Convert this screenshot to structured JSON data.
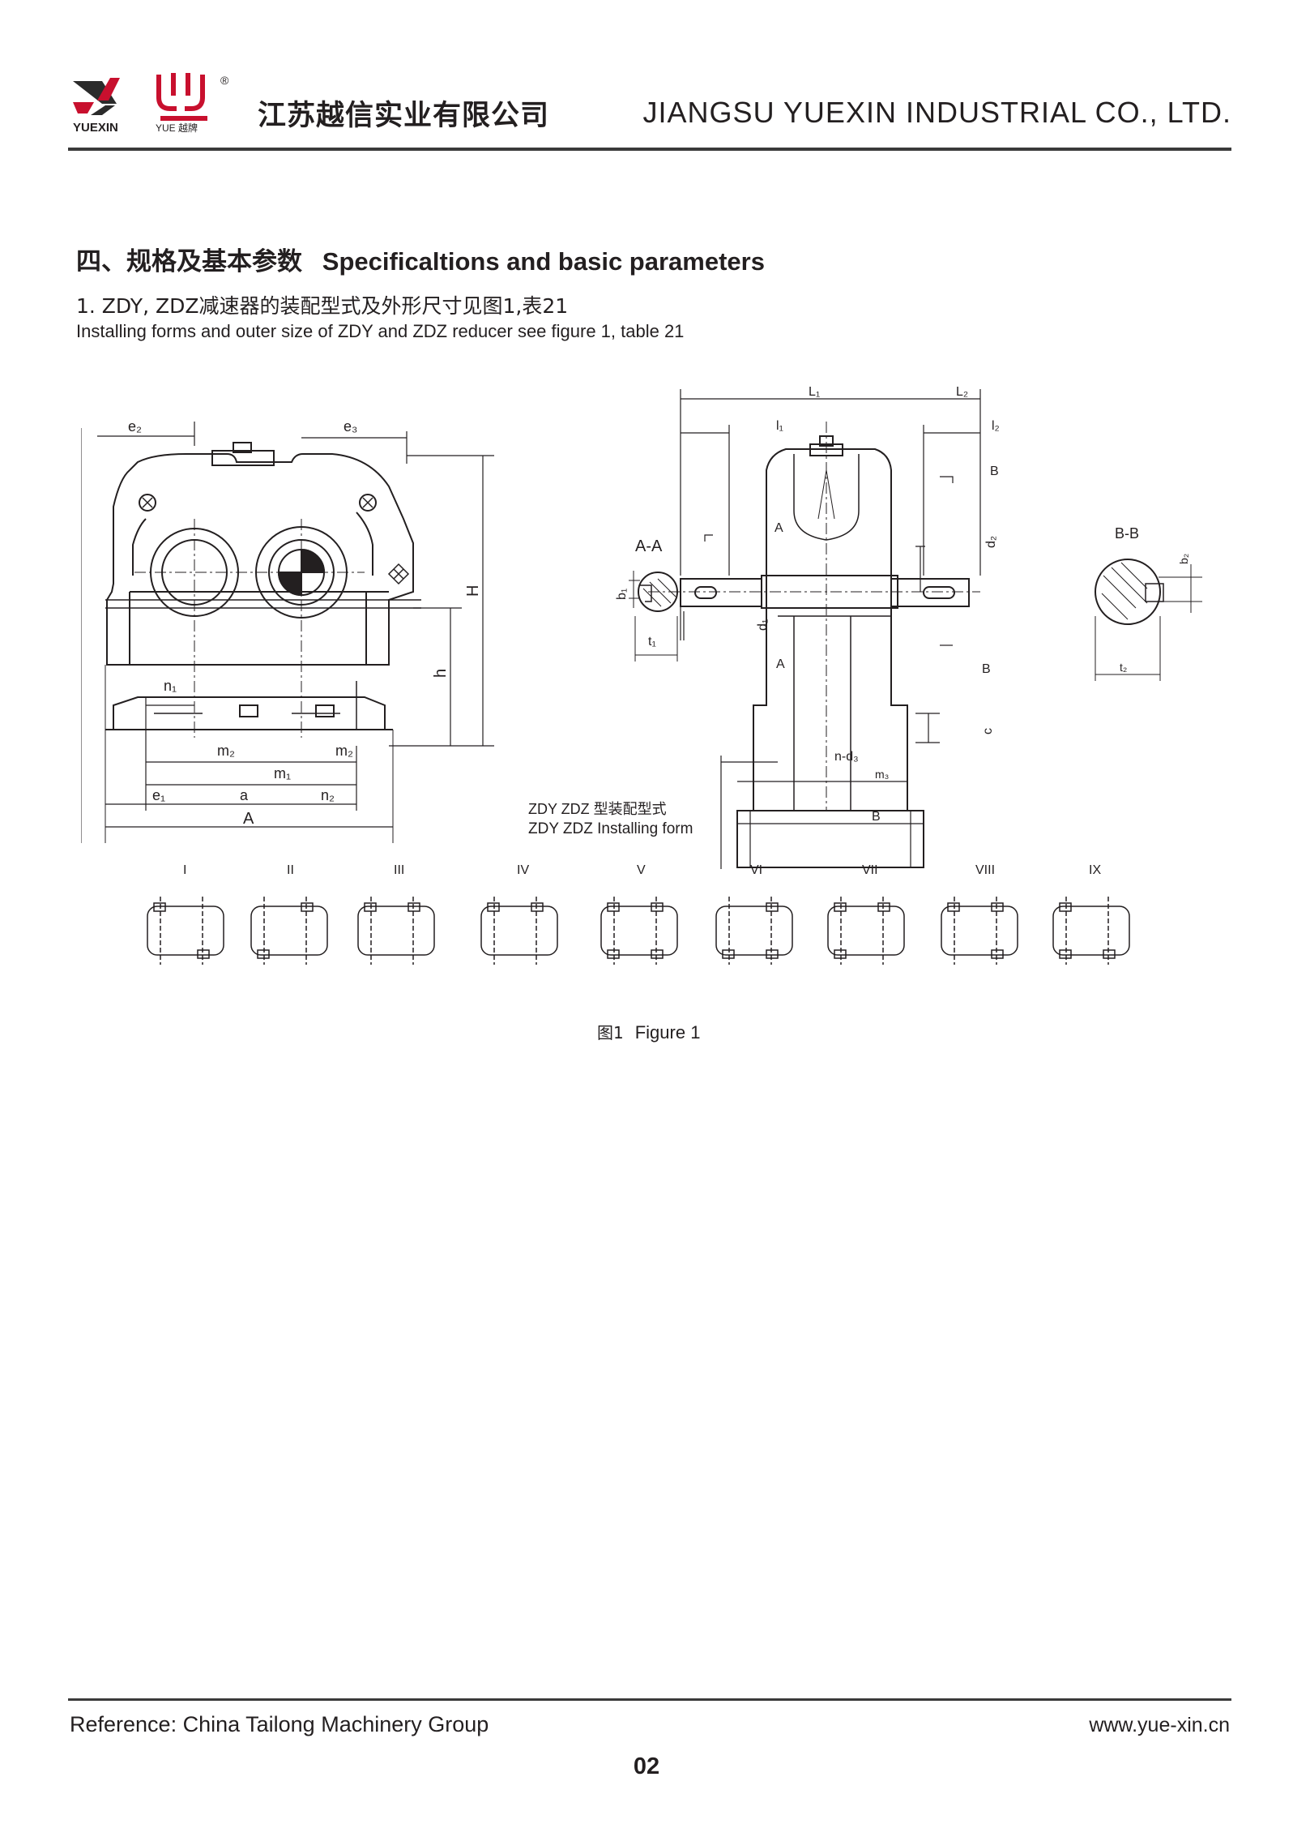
{
  "header": {
    "logo_text": "YUEXIN",
    "logo_sub": "YUE 越牌",
    "company_cn": "江苏越信实业有限公司",
    "company_en": "JIANGSU YUEXIN INDUSTRIAL CO., LTD.",
    "brand_red": "#c8102e"
  },
  "section": {
    "title_cn": "四、规格及基本参数",
    "title_en": "Specificaltions and basic parameters",
    "sub_cn": "1. ZDY, ZDZ减速器的装配型式及外形尺寸见图1,表21",
    "sub_en": "Installing forms and outer size of ZDY and ZDZ reducer see figure 1, table 21"
  },
  "figure": {
    "front_labels": {
      "e2": "e₂",
      "e3": "e₃",
      "H": "H",
      "h": "h",
      "n1": "n₁",
      "m2a": "m₂",
      "m2b": "m₂",
      "m1": "m₁",
      "e1": "e₁",
      "a": "a",
      "n2": "n₂",
      "A": "A"
    },
    "section_aa": {
      "title": "A-A",
      "b1": "b₁",
      "t1": "t₁"
    },
    "side_labels": {
      "L1": "L₁",
      "L2": "L₂",
      "l1": "l₁",
      "l2": "l₂",
      "B_top": "B",
      "A_top": "A",
      "d2": "d₂",
      "d1": "d₁",
      "A_bot": "A",
      "B_bot": "B",
      "c": "c",
      "nd3": "n-d₃",
      "m3": "m₃",
      "B": "B"
    },
    "section_bb": {
      "title": "B-B",
      "b2": "b₂",
      "t2": "t₂"
    },
    "install_title_cn": "ZDY ZDZ 型装配型式",
    "install_title_en": "ZDY ZDZ Installing form",
    "forms": [
      "I",
      "II",
      "III",
      "IV",
      "V",
      "VI",
      "VII",
      "VIII",
      "IX"
    ],
    "caption_cn": "图1",
    "caption_en": "Figure 1"
  },
  "footer": {
    "reference": "Reference:  China Tailong Machinery Group",
    "website": "www.yue-xin.cn",
    "page": "02"
  }
}
